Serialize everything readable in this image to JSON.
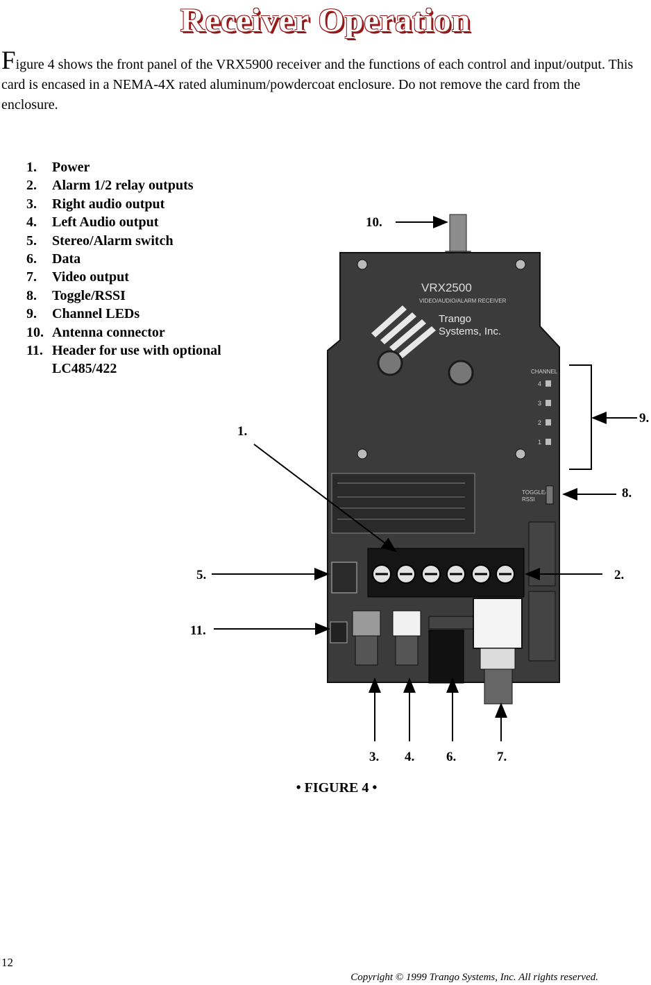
{
  "title": "Receiver Operation",
  "intro": {
    "dropcap": "F",
    "text": "igure 4 shows the front panel of the VRX5900 receiver and the functions of each control and input/output.  This card is encased in a NEMA-4X rated aluminum/powdercoat enclosure.  Do not remove the card from the enclosure."
  },
  "parts": [
    {
      "num": "1.",
      "label": "Power"
    },
    {
      "num": "2.",
      "label": "Alarm 1/2 relay outputs"
    },
    {
      "num": "3.",
      "label": "Right audio output"
    },
    {
      "num": "4.",
      "label": "Left Audio output"
    },
    {
      "num": "5.",
      "label": "Stereo/Alarm switch"
    },
    {
      "num": "6.",
      "label": "Data"
    },
    {
      "num": "7.",
      "label": "Video output"
    },
    {
      "num": "8.",
      "label": "Toggle/RSSI"
    },
    {
      "num": "9.",
      "label": "Channel LEDs"
    },
    {
      "num": "10.",
      "label": "Antenna connector"
    },
    {
      "num": "11.",
      "label": "Header for use with optional LC485/422"
    }
  ],
  "board": {
    "model": "VRX2500",
    "subtitle": "VIDEO/AUDIO/ALARM RECEIVER",
    "brand_line1": "Trango",
    "brand_line2": "Systems, Inc.",
    "channel_label": "CHANNEL",
    "toggle_label1": "TOGGLE/",
    "toggle_label2": "RSSI",
    "channels": [
      "4",
      "3",
      "2",
      "1"
    ]
  },
  "callouts": {
    "c1": "1.",
    "c2": "2.",
    "c3": "3.",
    "c4": "4.",
    "c5": "5.",
    "c6": "6.",
    "c7": "7.",
    "c8": "8.",
    "c9": "9.",
    "c10": "10.",
    "c11": "11."
  },
  "caption": "• FIGURE 4 •",
  "page_number": "12",
  "copyright": "Copyright © 1999 Trango Systems, Inc.  All rights reserved."
}
